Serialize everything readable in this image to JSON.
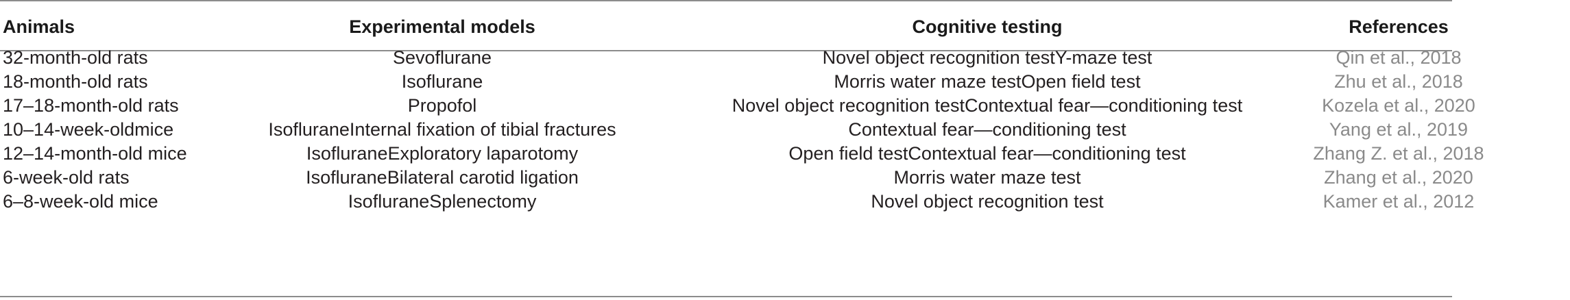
{
  "table": {
    "headers": {
      "animals": "Animals",
      "models": "Experimental models",
      "testing": "Cognitive testing",
      "references": "References"
    },
    "rows": [
      {
        "animals": "32-month-old rats",
        "models": "Sevoflurane",
        "testing": "Novel object recognition testY-maze test",
        "references": "Qin et al., 2018"
      },
      {
        "animals": "18-month-old rats",
        "models": "Isoflurane",
        "testing": "Morris water maze testOpen field test",
        "references": "Zhu et al., 2018"
      },
      {
        "animals": "17–18-month-old rats",
        "models": "Propofol",
        "testing": "Novel object recognition testContextual fear—conditioning test",
        "references": "Kozela et al., 2020"
      },
      {
        "animals": "10–14-week-oldmice",
        "models": "IsofluraneInternal fixation of tibial fractures",
        "testing": "Contextual fear—conditioning test",
        "references": "Yang et al., 2019"
      },
      {
        "animals": "12–14-month-old mice",
        "models": "IsofluraneExploratory laparotomy",
        "testing": "Open field testContextual fear—conditioning test",
        "references": "Zhang Z. et al., 2018"
      },
      {
        "animals": "6-week-old rats",
        "models": "IsofluraneBilateral carotid ligation",
        "testing": "Morris water maze test",
        "references": "Zhang et al., 2020"
      },
      {
        "animals": "6–8-week-old mice",
        "models": "IsofluraneSplenectomy",
        "testing": "Novel object recognition test",
        "references": "Kamer et al., 2012"
      }
    ]
  }
}
